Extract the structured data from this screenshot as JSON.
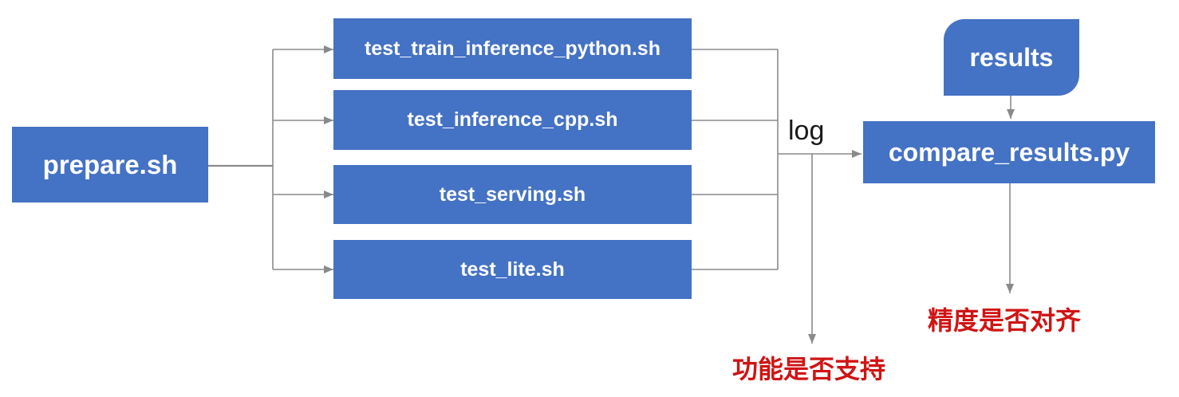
{
  "diagram": {
    "nodes": {
      "prepare": {
        "label": "prepare.sh"
      },
      "tests": [
        {
          "label": "test_train_inference_python.sh"
        },
        {
          "label": "test_inference_cpp.sh"
        },
        {
          "label": "test_serving.sh"
        },
        {
          "label": "test_lite.sh"
        }
      ],
      "results": {
        "label": "results"
      },
      "compare": {
        "label": "compare_results.py"
      }
    },
    "edge_labels": {
      "log": "log"
    },
    "annotations": {
      "function_support": "功能是否支持",
      "precision_aligned": "精度是否对齐"
    },
    "colors": {
      "node_fill": "#4472c4",
      "node_text": "#ffffff",
      "connector_gray": "#8a8a8a",
      "annotation_red": "#d01414",
      "edge_label_black": "#1a1a1a"
    }
  }
}
